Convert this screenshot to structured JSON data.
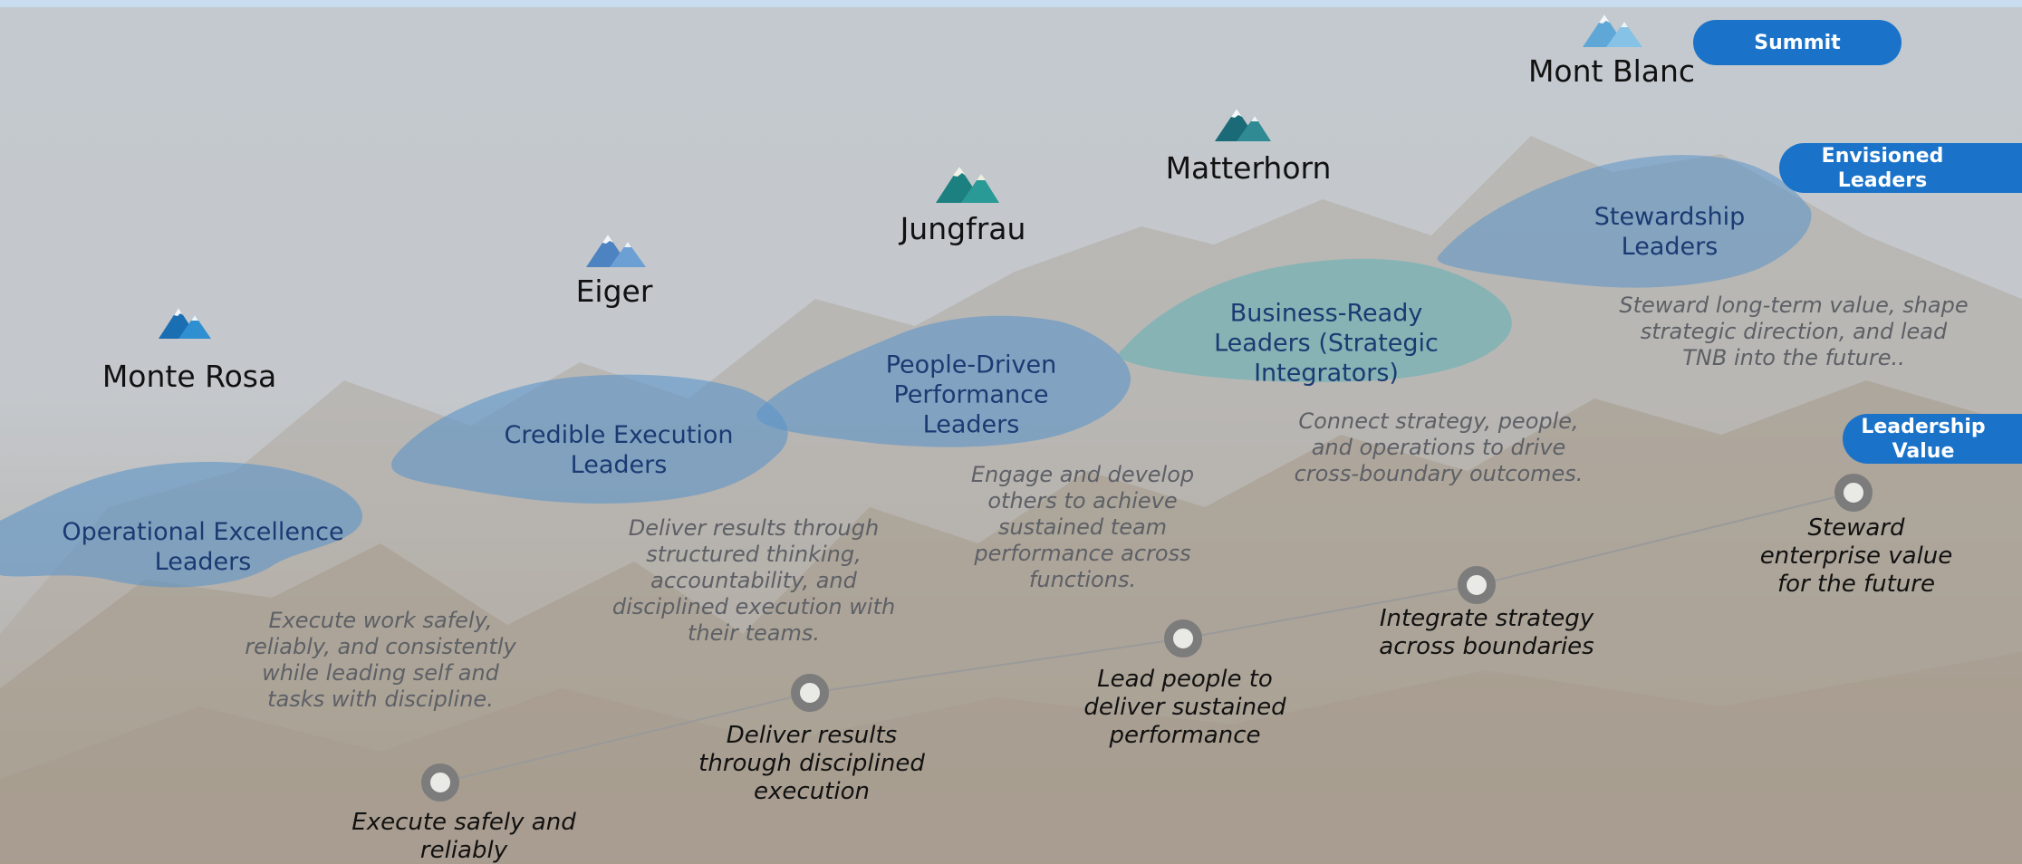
{
  "peaks": [
    {
      "name": "Monte Rosa",
      "icon": "mountain-icon"
    },
    {
      "name": "Eiger",
      "icon": "mountain-icon"
    },
    {
      "name": "Jungfrau",
      "icon": "mountain-icon"
    },
    {
      "name": "Matterhorn",
      "icon": "mountain-icon"
    },
    {
      "name": "Mont Blanc",
      "icon": "mountain-icon"
    }
  ],
  "levels": [
    {
      "title": "Operational Excellence Leaders",
      "description": "Execute work safely, reliably, and consistently while leading self and tasks with discipline.",
      "milestone": "Execute safely and reliably"
    },
    {
      "title": "Credible Execution Leaders",
      "description": "Deliver results through structured thinking, accountability, and disciplined execution with their teams.",
      "milestone": "Deliver results through disciplined execution"
    },
    {
      "title": "People-Driven Performance Leaders",
      "description": "Engage and develop others to achieve sustained team performance across functions.",
      "milestone": "Lead people to deliver sustained performance"
    },
    {
      "title": "Business-Ready Leaders (Strategic Integrators)",
      "description": "Connect strategy, people, and operations to drive cross-boundary outcomes.",
      "milestone": "Integrate strategy across boundaries"
    },
    {
      "title": "Stewardship Leaders",
      "description": "Steward long-term value, shape strategic direction, and lead TNB into the future..",
      "milestone": "Steward enterprise value for the future"
    }
  ],
  "pills": {
    "summit": "Summit",
    "envisioned": "Envisioned Leaders",
    "value": "Leadership Value"
  },
  "colors": {
    "accent_blue": "#1a73c9",
    "blob_blue": "#5b94c8",
    "blob_teal": "#5fb0b6",
    "title_text": "#1b3a72"
  }
}
